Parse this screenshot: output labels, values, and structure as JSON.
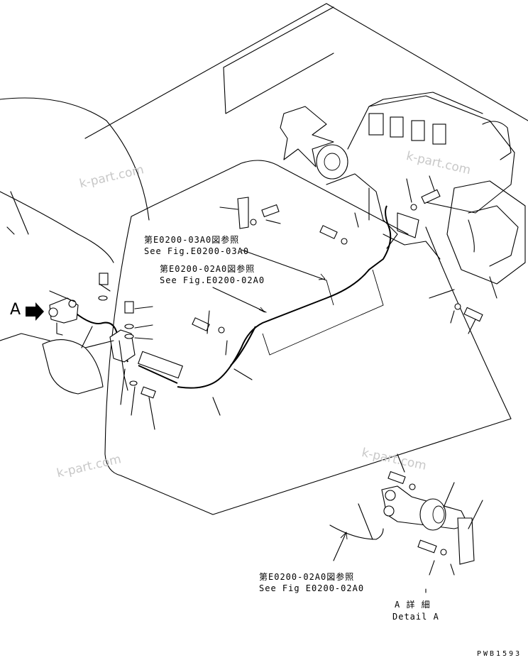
{
  "references": [
    {
      "jp": "第E0200-03A0図参照",
      "en": "See Fig.E0200-03A0"
    },
    {
      "jp": "第E0200-02A0図参照",
      "en": "See Fig.E0200-02A0"
    },
    {
      "jp": "第E0200-02A0図参照",
      "en": "See Fig E0200-02A0"
    }
  ],
  "view_marker": "A",
  "detail": {
    "jp": "A 詳 細",
    "en": "Detail A"
  },
  "drawing_code": "PWB1593",
  "watermark": "k-part.com"
}
